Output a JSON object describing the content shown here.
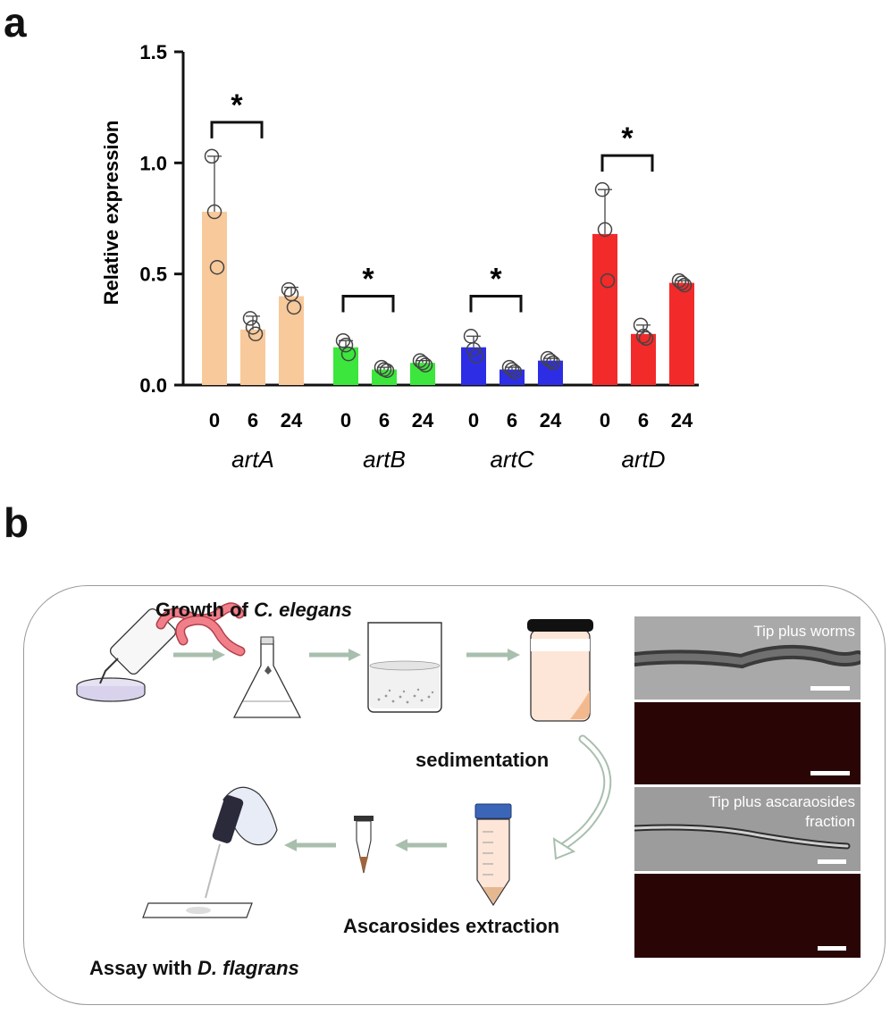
{
  "panel_a_label": "a",
  "panel_b_label": "b",
  "chart_data": {
    "type": "bar",
    "ylabel": "Relative expression",
    "ylim": [
      0,
      1.5
    ],
    "yticks": [
      "0.0",
      "0.5",
      "1.0",
      "1.5"
    ],
    "groups": [
      {
        "gene": "artA",
        "color": "#F8C99A",
        "categories": [
          "0",
          "6",
          "24"
        ],
        "values": [
          0.78,
          0.25,
          0.4
        ],
        "errors": [
          0.25,
          0.06,
          0.04
        ],
        "points": [
          [
            1.03,
            0.78,
            0.53
          ],
          [
            0.3,
            0.26,
            0.23
          ],
          [
            0.43,
            0.41,
            0.35
          ]
        ],
        "significant": true
      },
      {
        "gene": "artB",
        "color": "#3CE63C",
        "categories": [
          "0",
          "6",
          "24"
        ],
        "values": [
          0.17,
          0.07,
          0.1
        ],
        "errors": [
          0.03,
          0.01,
          0.01
        ],
        "points": [
          [
            0.2,
            0.18,
            0.14
          ],
          [
            0.08,
            0.07,
            0.065
          ],
          [
            0.11,
            0.1,
            0.09
          ]
        ],
        "significant": true
      },
      {
        "gene": "artC",
        "color": "#2D2DE6",
        "categories": [
          "0",
          "6",
          "24"
        ],
        "values": [
          0.17,
          0.07,
          0.11
        ],
        "errors": [
          0.05,
          0.01,
          0.01
        ],
        "points": [
          [
            0.22,
            0.16,
            0.13
          ],
          [
            0.08,
            0.07,
            0.06
          ],
          [
            0.12,
            0.11,
            0.1
          ]
        ],
        "significant": true
      },
      {
        "gene": "artD",
        "color": "#F22A2A",
        "categories": [
          "0",
          "6",
          "24"
        ],
        "values": [
          0.68,
          0.23,
          0.46
        ],
        "errors": [
          0.2,
          0.04,
          0.01
        ],
        "points": [
          [
            0.88,
            0.7,
            0.47
          ],
          [
            0.27,
            0.22,
            0.21
          ],
          [
            0.47,
            0.46,
            0.45
          ]
        ],
        "significant": true
      }
    ],
    "significance_mark": "*",
    "grid": false,
    "legend": "none"
  },
  "workflow": {
    "growth_label_prefix": "Growth of ",
    "growth_label_species": "C. elegans",
    "sedimentation": "sedimentation",
    "extraction": "Ascarosides extraction",
    "assay_prefix": "Assay with ",
    "assay_species": "D. flagrans",
    "micrographs": [
      {
        "label": "Tip plus worms",
        "type": "brightfield"
      },
      {
        "label": "",
        "type": "fluorescence"
      },
      {
        "label": "Tip plus ascaraosides\nfraction",
        "type": "brightfield"
      },
      {
        "label": "",
        "type": "fluorescence"
      }
    ],
    "colors": {
      "arrow": "#a9bfae",
      "fluorescence_bg": "#2a0505",
      "worm": "#f07f8a"
    }
  }
}
